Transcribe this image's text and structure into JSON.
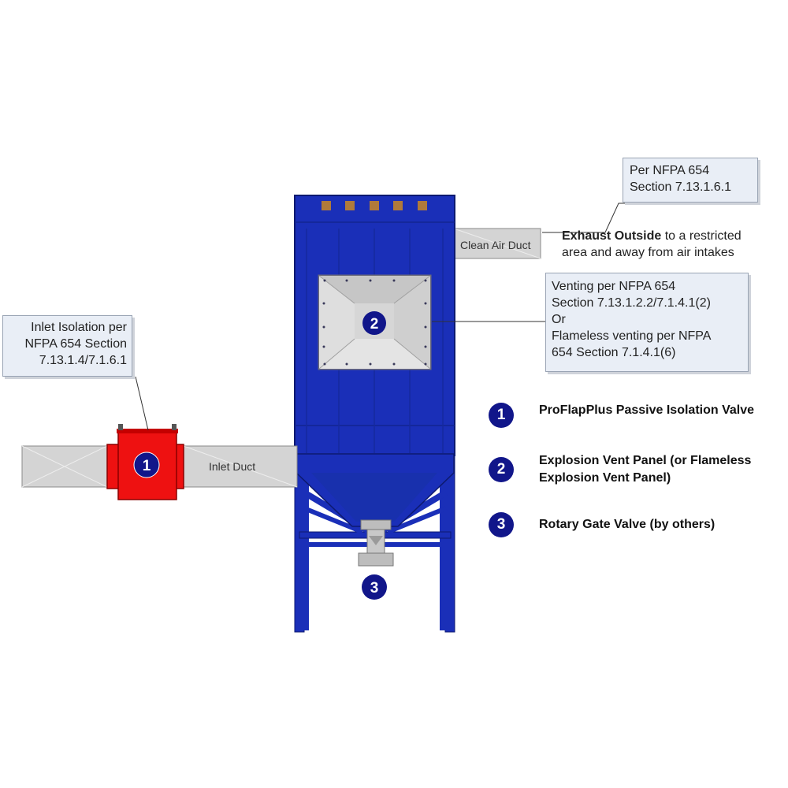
{
  "labels": {
    "clean_air_duct": "Clean Air Duct",
    "inlet_duct": "Inlet Duct",
    "marker_1": "1",
    "marker_2": "2",
    "marker_3": "3"
  },
  "callouts": {
    "exhaust_ref": {
      "line1": "Per NFPA 654",
      "line2": "Section 7.13.1.6.1"
    },
    "exhaust_note": {
      "bold": "Exhaust Outside",
      "rest": " to a restricted",
      "line2": "area and away from air intakes"
    },
    "venting": {
      "line1": "Venting per NFPA 654",
      "line2": "Section 7.13.1.2.2/7.1.4.1(2)",
      "line3": "Or",
      "line4": "Flameless venting per NFPA",
      "line5": "654 Section 7.1.4.1(6)"
    },
    "inlet_isolation": {
      "line1": "Inlet Isolation per",
      "line2": "NFPA 654 Section",
      "line3": "7.13.1.4/7.1.6.1"
    }
  },
  "legend": [
    {
      "num": "1",
      "line1": "ProFlapPlus Passive Isolation Valve",
      "line2": ""
    },
    {
      "num": "2",
      "line1": "Explosion Vent Panel (or Flameless",
      "line2": "Explosion Vent Panel)"
    },
    {
      "num": "3",
      "line1": "Rotary Gate Valve (by others)",
      "line2": ""
    }
  ],
  "colors": {
    "collector_blue": "#1a2fb8",
    "marker_navy": "#11168a",
    "valve_red": "#ee1111",
    "duct_grey": "#d4d4d4"
  }
}
